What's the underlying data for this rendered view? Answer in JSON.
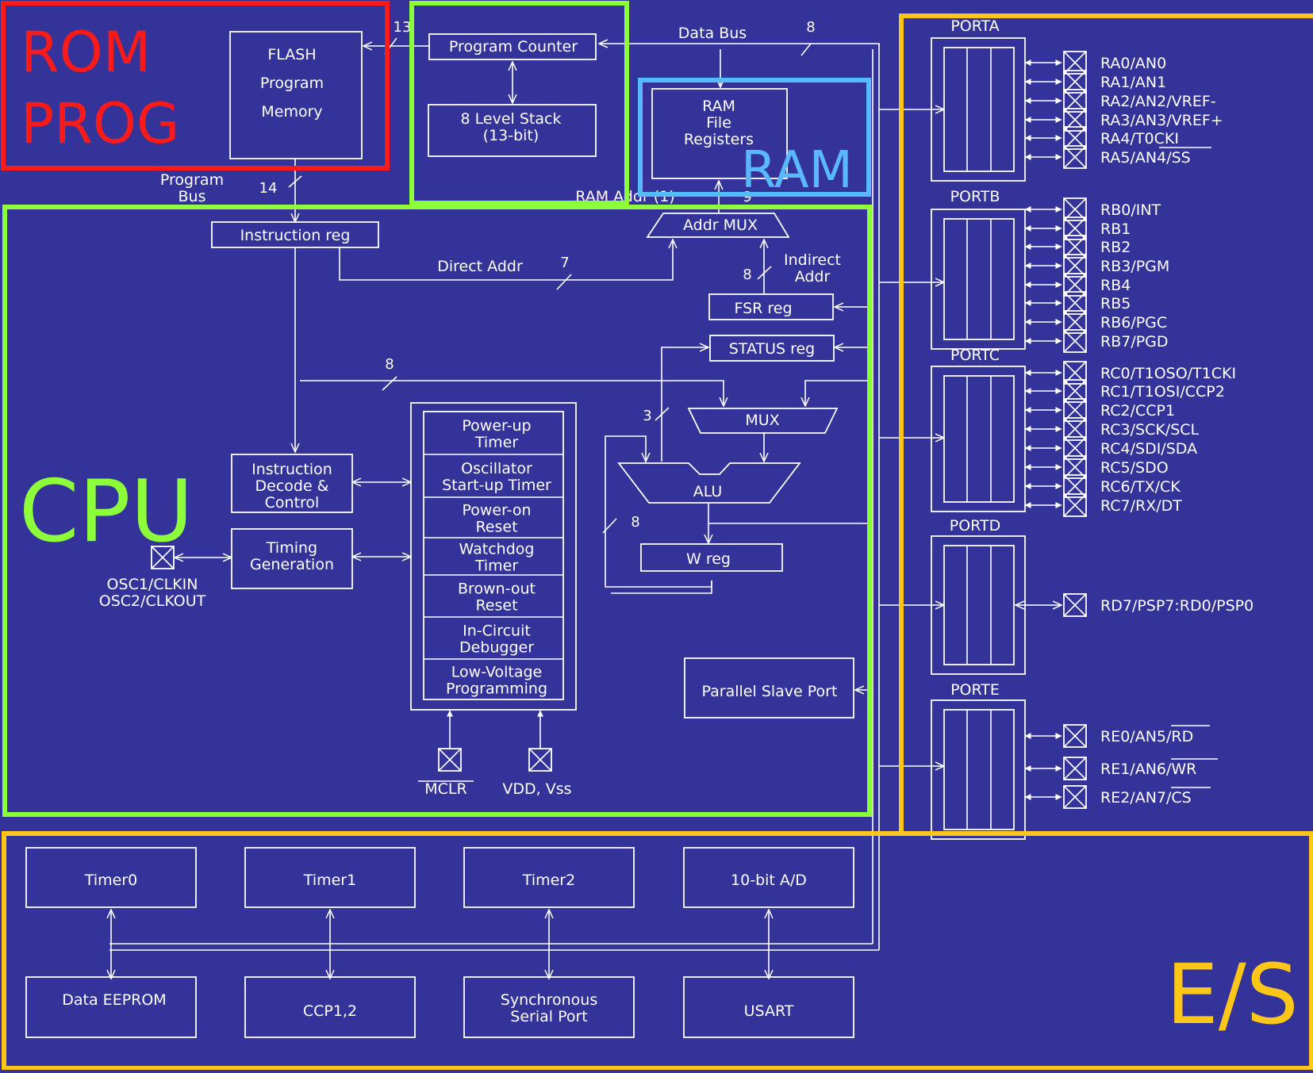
{
  "regions": {
    "rom": "ROM\nPROG",
    "cpu": "CPU",
    "ram": "RAM",
    "io": "E/S",
    "colors": {
      "rom": "#ff1a1a",
      "cpu": "#8cff3a",
      "ram": "#5ab8ff",
      "io": "#ffc61a",
      "background": "#333399",
      "lines": "#ffffff"
    }
  },
  "blocks": {
    "flash": "FLASH\nProgram\nMemory",
    "program_counter": "Program Counter",
    "stack": "8 Level Stack\n(13-bit)",
    "ram_file": "RAM\nFile\nRegisters",
    "instruction_reg": "Instruction reg",
    "addr_mux": "Addr MUX",
    "fsr_reg": "FSR reg",
    "status_reg": "STATUS reg",
    "mux": "MUX",
    "alu": "ALU",
    "w_reg": "W reg",
    "instruction_decode": "Instruction\nDecode &\nControl",
    "timing": "Timing\nGeneration",
    "parallel_slave": "Parallel Slave Port",
    "power_stack": [
      "Power-up\nTimer",
      "Oscillator\nStart-up Timer",
      "Power-on\nReset",
      "Watchdog\nTimer",
      "Brown-out\nReset",
      "In-Circuit\nDebugger",
      "Low-Voltage\nProgramming"
    ]
  },
  "labels": {
    "data_bus": "Data Bus",
    "program_bus": "Program\nBus",
    "ram_addr": "RAM Addr (1)",
    "direct_addr": "Direct Addr",
    "indirect_addr": "Indirect\nAddr",
    "osc": "OSC1/CLKIN\nOSC2/CLKOUT",
    "mclr": "MCLR",
    "vdd_vss": "VDD, Vss"
  },
  "bus_widths": {
    "pc": "13",
    "data": "8",
    "program": "14",
    "ram_addr": "9",
    "direct": "7",
    "indirect": "8",
    "literal": "8",
    "status": "3",
    "w": "8"
  },
  "ports": [
    {
      "name": "PORTA",
      "pins": [
        "RA0/AN0",
        "RA1/AN1",
        "RA2/AN2/VREF-",
        "RA3/AN3/VREF+",
        "RA4/T0CKI",
        "RA5/AN4/SS"
      ]
    },
    {
      "name": "PORTB",
      "pins": [
        "RB0/INT",
        "RB1",
        "RB2",
        "RB3/PGM",
        "RB4",
        "RB5",
        "RB6/PGC",
        "RB7/PGD"
      ]
    },
    {
      "name": "PORTC",
      "pins": [
        "RC0/T1OSO/T1CKI",
        "RC1/T1OSI/CCP2",
        "RC2/CCP1",
        "RC3/SCK/SCL",
        "RC4/SDI/SDA",
        "RC5/SDO",
        "RC6/TX/CK",
        "RC7/RX/DT"
      ]
    },
    {
      "name": "PORTD",
      "pins": [
        "RD7/PSP7:RD0/PSP0"
      ]
    },
    {
      "name": "PORTE",
      "pins": [
        "RE0/AN5/RD",
        "RE1/AN6/WR",
        "RE2/AN7/CS"
      ]
    }
  ],
  "peripherals": {
    "top": [
      "Timer0",
      "Timer1",
      "Timer2",
      "10-bit A/D"
    ],
    "bottom": [
      "Data EEPROM",
      "CCP1,2",
      "Synchronous\nSerial Port",
      "USART"
    ]
  }
}
